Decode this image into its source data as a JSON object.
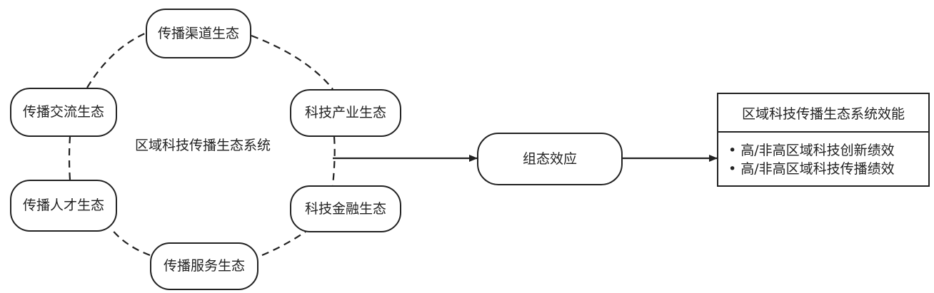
{
  "system": {
    "label": "区域科技传播生态系统",
    "nodes": [
      {
        "id": "channel",
        "label": "传播渠道生态"
      },
      {
        "id": "industry",
        "label": "科技产业生态"
      },
      {
        "id": "finance",
        "label": "科技金融生态"
      },
      {
        "id": "service",
        "label": "传播服务生态"
      },
      {
        "id": "talent",
        "label": "传播人才生态"
      },
      {
        "id": "exchange",
        "label": "传播交流生态"
      }
    ]
  },
  "mediator": {
    "label": "组态效应"
  },
  "outcome": {
    "title": "区域科技传播生态系统效能",
    "items": [
      "高/非高区域科技创新绩效",
      "高/非高区域科技传播绩效"
    ]
  }
}
